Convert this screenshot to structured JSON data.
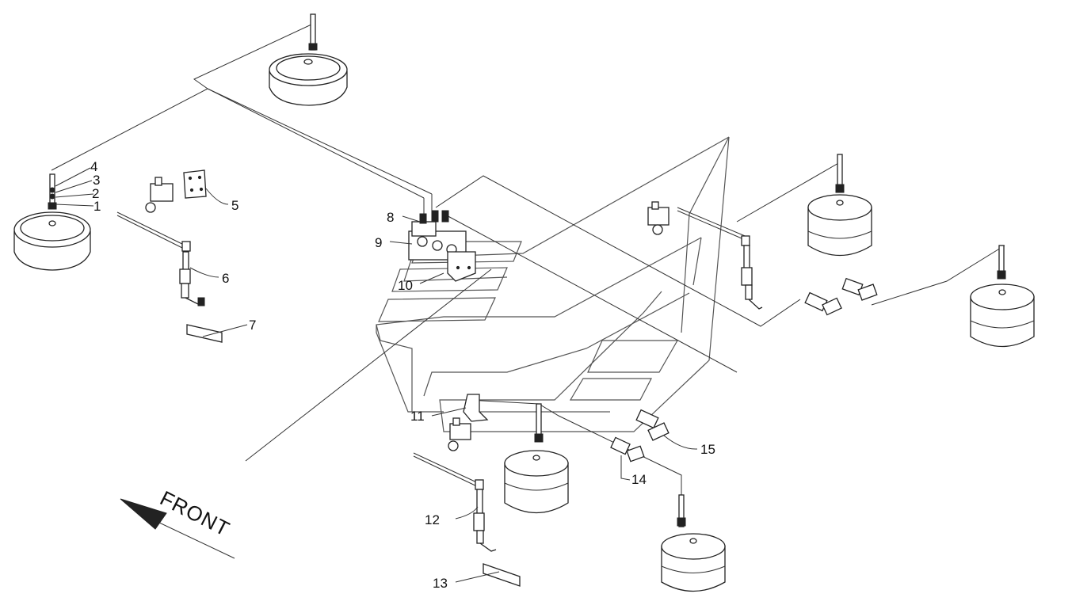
{
  "diagram": {
    "direction_label": "FRONT",
    "callouts": [
      {
        "id": "callout-1",
        "text": "1"
      },
      {
        "id": "callout-2",
        "text": "2"
      },
      {
        "id": "callout-3",
        "text": "3"
      },
      {
        "id": "callout-4",
        "text": "4"
      },
      {
        "id": "callout-5",
        "text": "5"
      },
      {
        "id": "callout-6",
        "text": "6"
      },
      {
        "id": "callout-7",
        "text": "7"
      },
      {
        "id": "callout-8",
        "text": "8"
      },
      {
        "id": "callout-9",
        "text": "9"
      },
      {
        "id": "callout-10",
        "text": "10"
      },
      {
        "id": "callout-11",
        "text": "11"
      },
      {
        "id": "callout-12",
        "text": "12"
      },
      {
        "id": "callout-13",
        "text": "13"
      },
      {
        "id": "callout-14",
        "text": "14"
      },
      {
        "id": "callout-15",
        "text": "15"
      }
    ],
    "colors": {
      "line": "#333333",
      "background": "#ffffff"
    }
  }
}
